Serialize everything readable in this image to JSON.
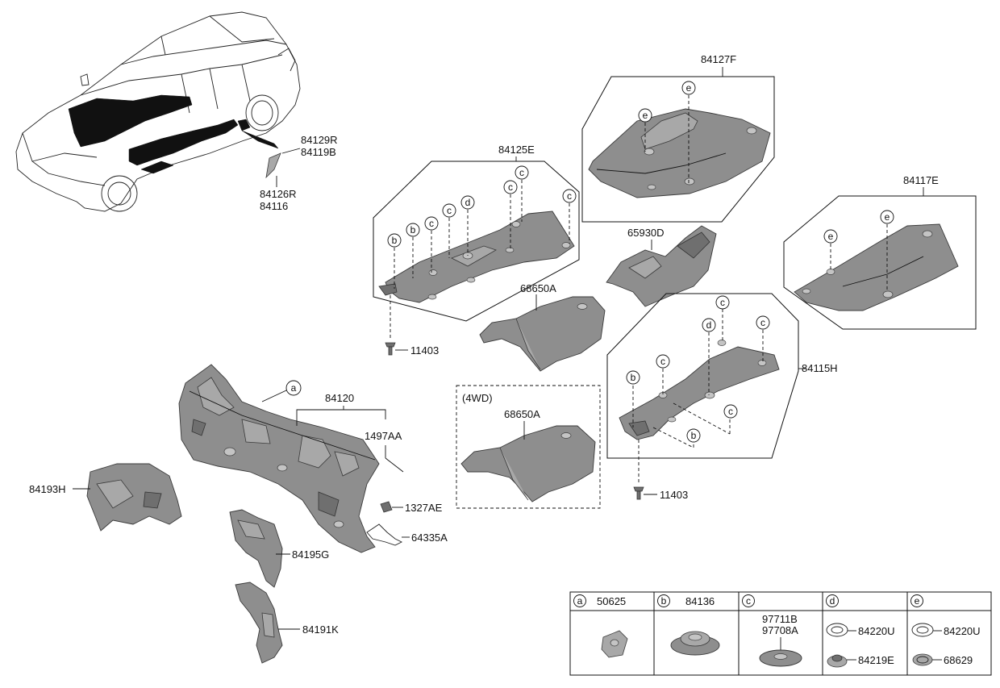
{
  "labels": {
    "p84129R": "84129R",
    "p84119B": "84119B",
    "p84126R": "84126R",
    "p84116": "84116",
    "p84127F": "84127F",
    "p84125E": "84125E",
    "p84117E": "84117E",
    "p65930D": "65930D",
    "p68650A_1": "68650A",
    "p68650A_2": "68650A",
    "p4wd": "(4WD)",
    "p11403_1": "11403",
    "p11403_2": "11403",
    "p84115H": "84115H",
    "p84120": "84120",
    "p1497AA": "1497AA",
    "p84193H": "84193H",
    "p1327AE": "1327AE",
    "p64335A": "64335A",
    "p84195G": "84195G",
    "p84191K": "84191K"
  },
  "callouts": {
    "a": "a",
    "b": "b",
    "c": "c",
    "d": "d",
    "e": "e"
  },
  "legend": {
    "headers": [
      {
        "letter": "a",
        "part": "50625"
      },
      {
        "letter": "b",
        "part": "84136"
      },
      {
        "letter": "c",
        "part": ""
      },
      {
        "letter": "d",
        "part": ""
      },
      {
        "letter": "e",
        "part": ""
      }
    ],
    "c_parts": [
      "97711B",
      "97708A"
    ],
    "d_parts": [
      "84220U",
      "84219E"
    ],
    "e_parts": [
      "84220U",
      "68629"
    ]
  }
}
